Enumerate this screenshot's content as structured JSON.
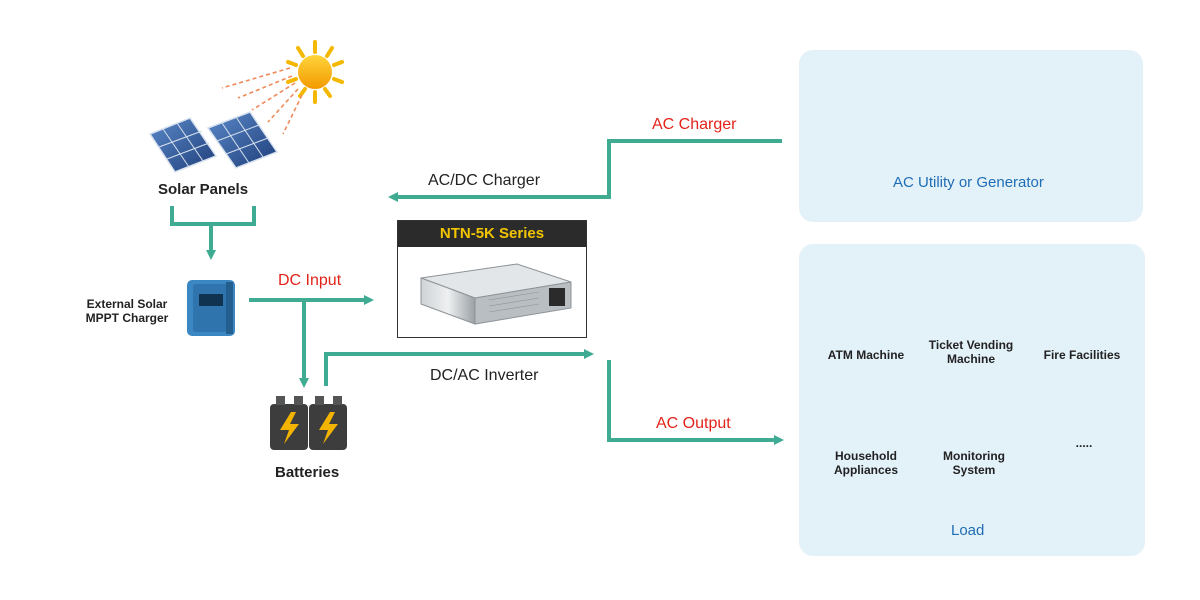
{
  "colors": {
    "flow_arrow": "#3fab93",
    "accent_red": "#e2231a",
    "panel_bg": "#e3f1f9",
    "title_yellow": "#f2c500",
    "label_blue": "#1f6db5"
  },
  "nodes": {
    "solar_panels": "Solar Panels",
    "mppt_charger_line1": "External Solar",
    "mppt_charger_line2": "MPPT Charger",
    "batteries": "Batteries",
    "device_title": "NTN-5K Series",
    "ac_utility": "AC Utility or Generator",
    "load_title": "Load"
  },
  "flows": {
    "ac_charger": "AC Charger",
    "acdc_charger": "AC/DC Charger",
    "dc_input": "DC Input",
    "dcac_inverter": "DC/AC Inverter",
    "ac_output": "AC Output"
  },
  "load_items": [
    {
      "line1": "ATM Machine",
      "line2": "",
      "icon": "atm-machine-icon"
    },
    {
      "line1": "Ticket Vending",
      "line2": "Machine",
      "icon": "ticket-vending-icon"
    },
    {
      "line1": "Fire Facilities",
      "line2": "",
      "icon": "fire-hose-icon"
    },
    {
      "line1": "Household",
      "line2": "Appliances",
      "icon": "household-appliances-icon"
    },
    {
      "line1": "Monitoring",
      "line2": "System",
      "icon": "security-camera-icon"
    },
    {
      "line1": ".....",
      "line2": "",
      "icon": ""
    }
  ]
}
